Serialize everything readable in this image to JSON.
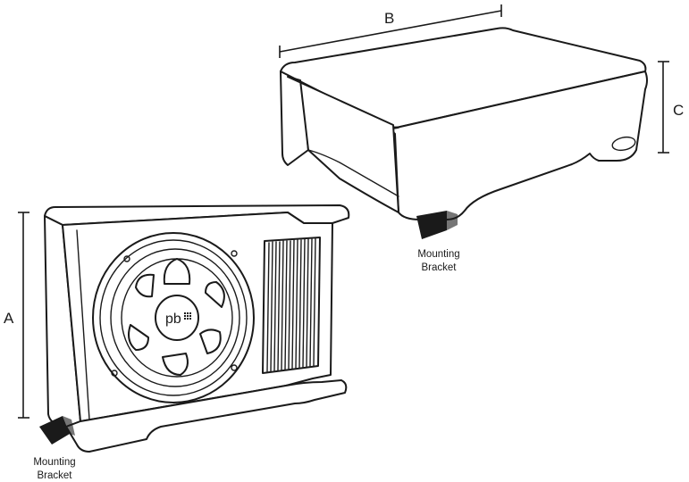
{
  "dimensions": {
    "a_label": "A",
    "b_label": "B",
    "c_label": "C"
  },
  "callouts": {
    "mounting_bracket_top_line1": "Mounting",
    "mounting_bracket_top_line2": "Bracket",
    "mounting_bracket_bottom_line1": "Mounting",
    "mounting_bracket_bottom_line2": "Bracket"
  },
  "logo_text": "pb",
  "colors": {
    "ink": "#1a1a1a",
    "paper": "#ffffff"
  }
}
